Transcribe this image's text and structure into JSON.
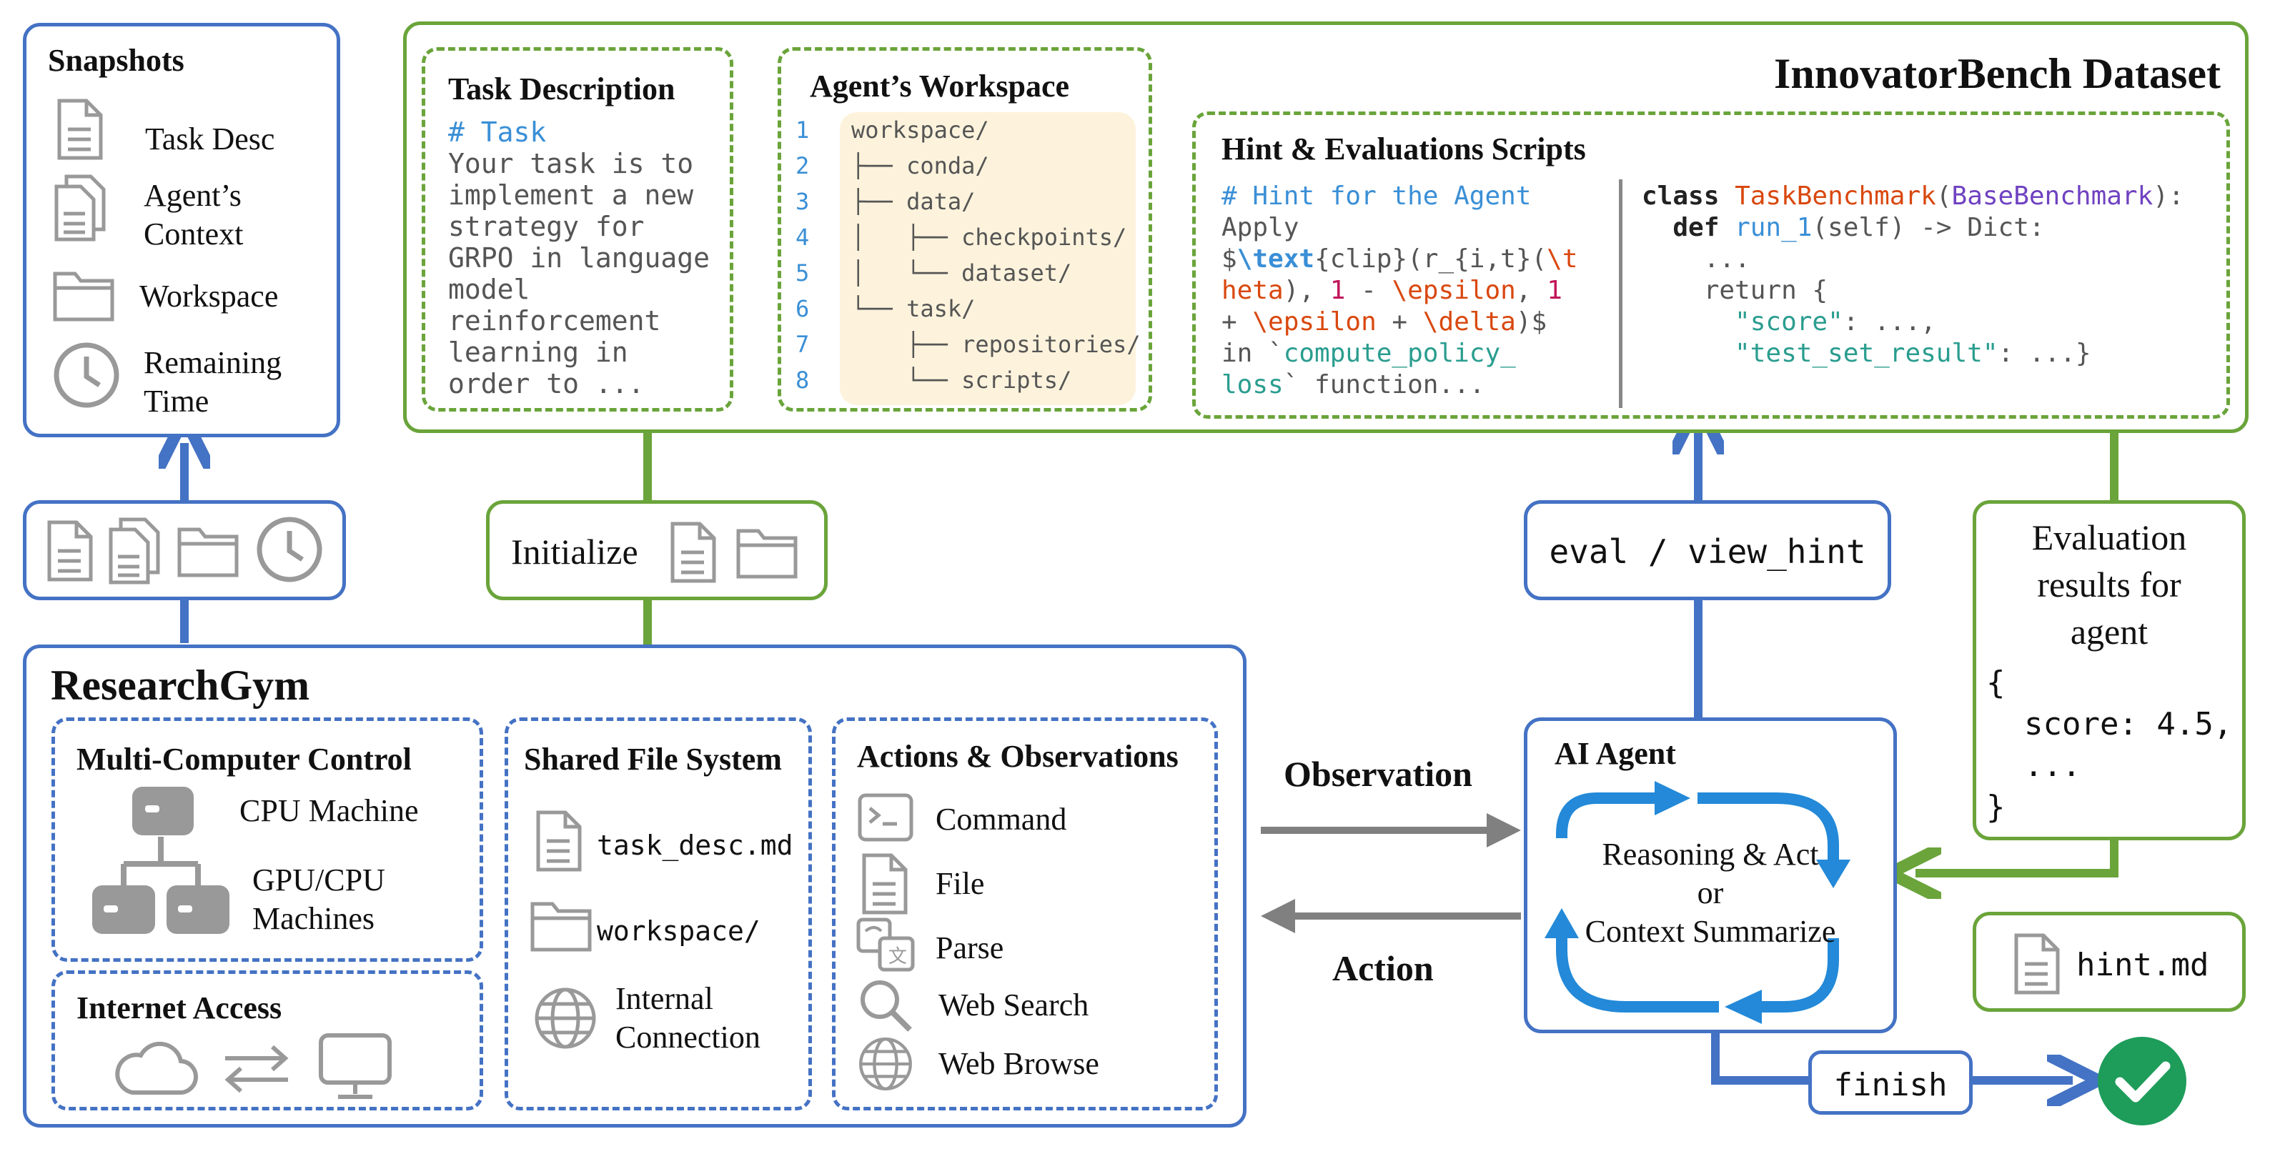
{
  "snapshots": {
    "title": "Snapshots",
    "items": [
      {
        "icon": "document-icon",
        "label": "Task Desc"
      },
      {
        "icon": "documents-icon",
        "label": "Agent’s Context"
      },
      {
        "icon": "folder-icon",
        "label": "Workspace"
      },
      {
        "icon": "clock-icon",
        "label": "Remaining Time"
      }
    ]
  },
  "dataset": {
    "title": "InnovatorBench Dataset",
    "task_description": {
      "title": "Task Description",
      "comment": "# Task",
      "text": "Your task is to\nimplement a new\nstrategy for\nGRPO in language\nmodel\nreinforcement\nlearning in\norder to ..."
    },
    "workspace": {
      "title": "Agent’s Workspace",
      "line_numbers": [
        "1",
        "2",
        "3",
        "4",
        "5",
        "6",
        "7",
        "8"
      ],
      "lines": [
        "workspace/",
        "├── conda/",
        "├── data/",
        "│   ├── checkpoints/",
        "│   └── dataset/",
        "└── task/",
        "    ├── repositories/",
        "    └── scripts/"
      ]
    },
    "hint_eval": {
      "title": "Hint & Evaluations Scripts",
      "hint_comment": "# Hint for the Agent",
      "hint_apply": "Apply",
      "hint_l2_a": "$",
      "hint_l2_b": "\\text",
      "hint_l2_c": "{clip}(r_{i,t}(",
      "hint_l2_d": "\\t",
      "hint_l3_a": "heta",
      "hint_l3_b": "), ",
      "hint_l3_c": "1",
      "hint_l3_d": " - ",
      "hint_l3_e": "\\epsilon",
      "hint_l3_f": ", ",
      "hint_l3_g": "1",
      "hint_l4_a": "+ ",
      "hint_l4_b": "\\epsilon",
      "hint_l4_c": " + ",
      "hint_l4_d": "\\delta",
      "hint_l4_e": ")$",
      "hint_l5_a": "in `",
      "hint_l5_b": "compute_policy_",
      "hint_l6_a": "loss",
      "hint_l6_b": "` function...",
      "code_class_kw": "class",
      "code_class_name": "TaskBenchmark",
      "code_class_paren_open": "(",
      "code_class_base": "BaseBenchmark",
      "code_class_paren_close": "):",
      "code_def_kw": "def",
      "code_def_name": "run_1",
      "code_def_rest": "(self) -> Dict:",
      "code_dots": "...",
      "code_return": "return {",
      "code_score_key": "\"score\"",
      "code_score_rest": ": ...,",
      "code_test_key": "\"test_set_result\"",
      "code_test_rest": ": ...}"
    }
  },
  "snapshot_bar": {
    "icons": [
      "document-icon",
      "documents-icon",
      "folder-icon",
      "clock-icon"
    ]
  },
  "initialize": {
    "label": "Initialize"
  },
  "eval_button": {
    "label": "eval / view_hint"
  },
  "eval_results": {
    "title": "Evaluation\nresults for\nagent",
    "code": "{\n  score: 4.5,\n  ...\n}"
  },
  "hint_file": {
    "label": "hint.md"
  },
  "researchgym": {
    "title": "ResearchGym",
    "multi_computer": {
      "title": "Multi-Computer Control",
      "cpu": "CPU Machine",
      "gpu": "GPU/CPU\nMachines"
    },
    "internet": {
      "title": "Internet Access"
    },
    "shared_fs": {
      "title": "Shared File System",
      "task_file": "task_desc.md",
      "workspace": "workspace/",
      "internal": "Internal\nConnection"
    },
    "actions": {
      "title": "Actions & Observations",
      "items": [
        "Command",
        "File",
        "Parse",
        "Web Search",
        "Web Browse"
      ]
    }
  },
  "flow": {
    "observation": "Observation",
    "action": "Action",
    "finish": "finish"
  },
  "agent": {
    "title": "AI Agent",
    "loop_text": "Reasoning & Act\nor\nContext Summarize"
  },
  "colors": {
    "blue": "#4472c4",
    "green": "#6aa43a",
    "gray_arrow": "#808080",
    "cycle_blue": "#2389d8",
    "success_green": "#1e9c5a",
    "workspace_bg": "#fdf3dc"
  }
}
